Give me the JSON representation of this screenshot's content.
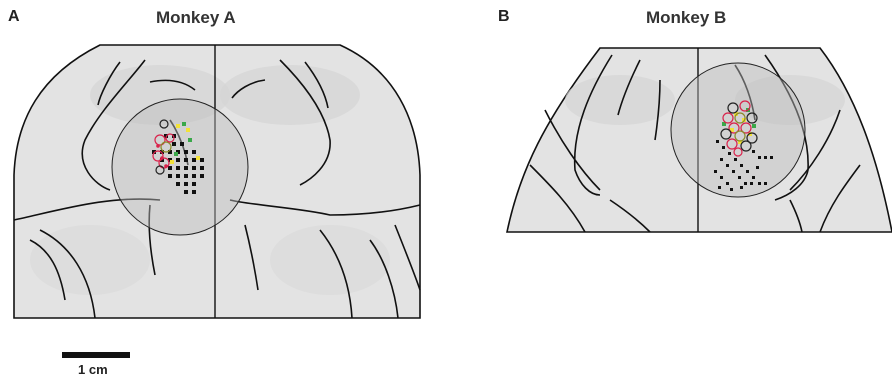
{
  "panels": [
    {
      "letter": "A",
      "title": "Monkey A"
    },
    {
      "letter": "B",
      "title": "Monkey B"
    }
  ],
  "scale_bar": {
    "label": "1 cm"
  },
  "colors": {
    "brain": "#e2e2e2",
    "brain_dark": "#cfcfcf",
    "sulcus": "#111111",
    "circle_fill": "#d6d6d6",
    "dot_black": "#111111",
    "dot_yellow": "#f2e23a",
    "dot_green": "#3aa84a",
    "ring_red": "#d9224b",
    "ring_black": "#222222",
    "ring_olive": "#8a8a2a"
  }
}
